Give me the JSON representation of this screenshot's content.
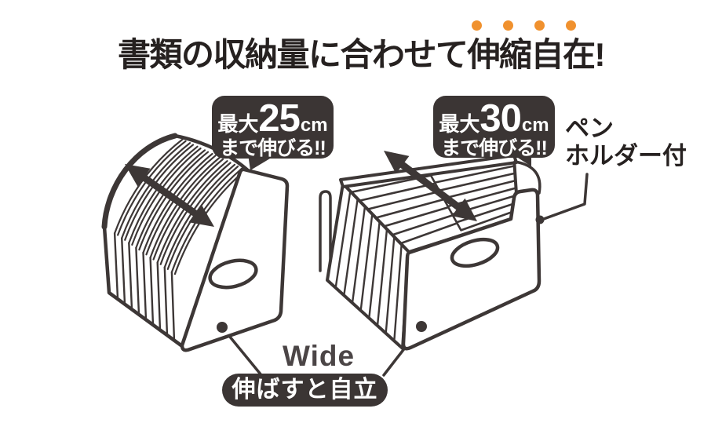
{
  "title": {
    "text": "書類の収納量に合わせて伸縮自在!"
  },
  "emphasis_dots": {
    "count": 4,
    "color": "#F0912E"
  },
  "callouts": {
    "left_badge": {
      "prefix": "最大",
      "value": "25",
      "unit": "cm",
      "line2": "まで伸びる!!"
    },
    "right_badge": {
      "prefix": "最大",
      "value": "30",
      "unit": "cm",
      "line2": "まで伸びる!!"
    },
    "pen_holder": {
      "line1": "ペン",
      "line2": "ホルダー付"
    },
    "stand_pill": {
      "text": "伸ばすと自立"
    },
    "wide_label": {
      "text": "Wide"
    }
  },
  "illustrations": {
    "left_box": "accordion-file-box-compressed",
    "right_box": "accordion-file-box-expanded",
    "expand_arrow": "double-headed-diagonal-arrow",
    "callout_marker": "dot-with-leader-line"
  },
  "colors": {
    "background": "#FFFFFF",
    "badge_bg": "#3B3534",
    "line_art": "#3D3736",
    "title_text": "#262120",
    "accent_orange": "#F0912E",
    "wide_text": "#4B4546"
  }
}
